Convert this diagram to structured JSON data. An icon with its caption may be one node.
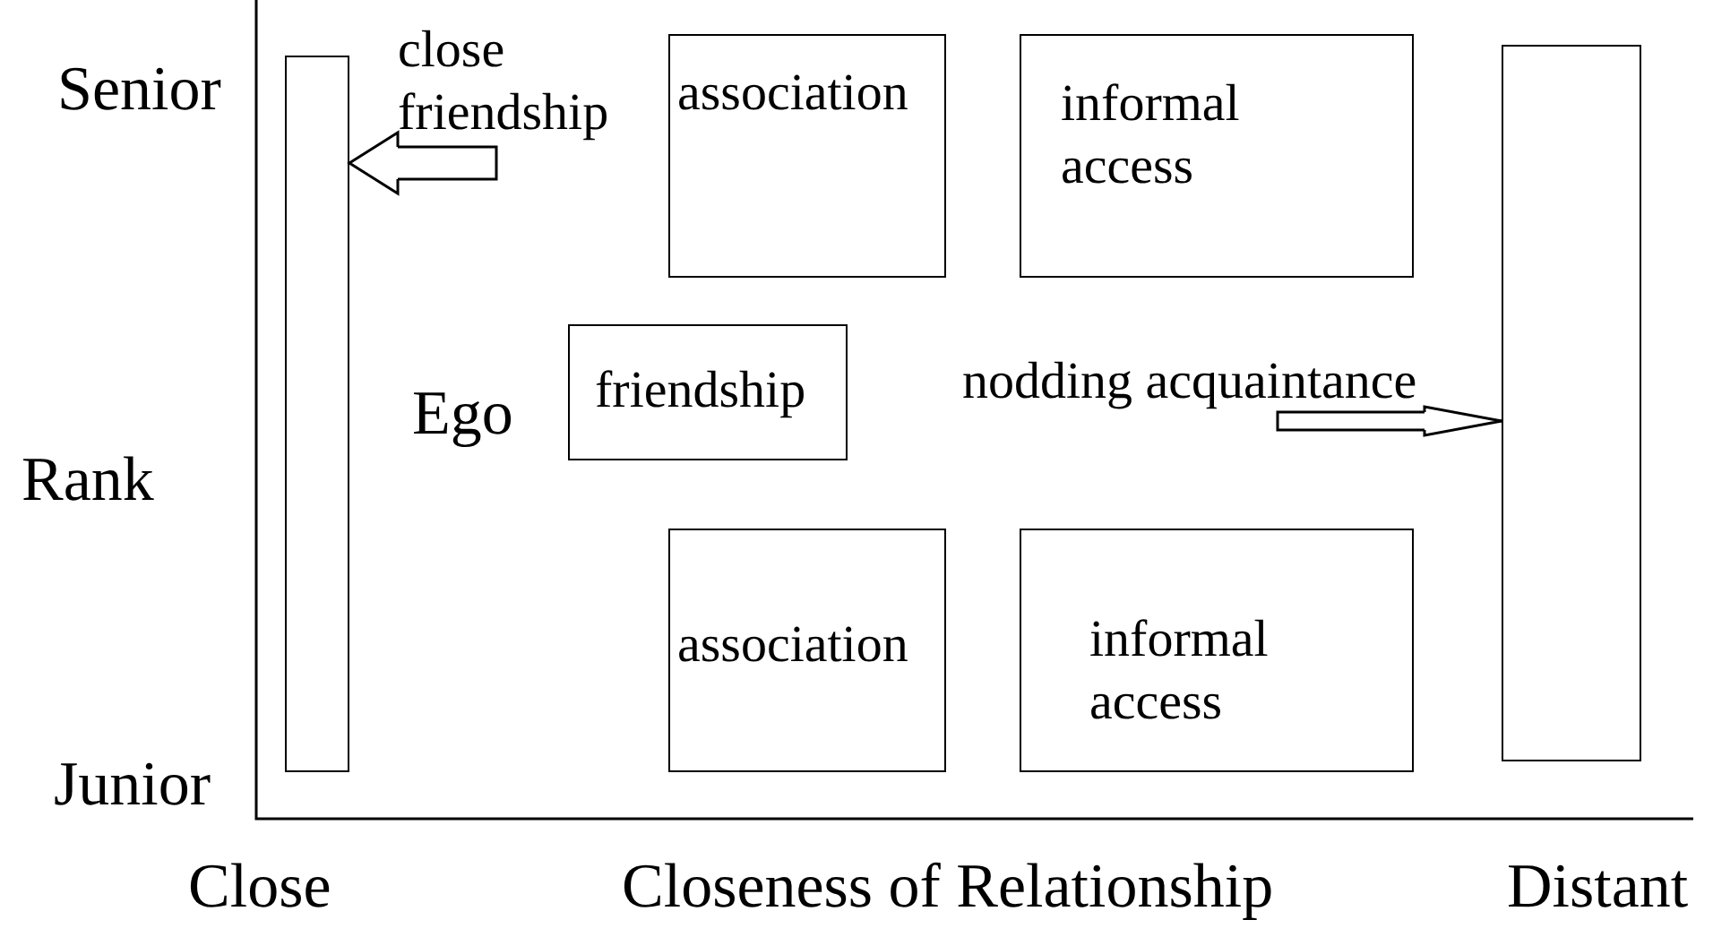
{
  "diagram": {
    "nodes": [
      {
        "text": [],
        "shape": "bar"
      },
      {
        "text": [
          "close friendship"
        ]
      },
      {
        "text": [
          "association"
        ]
      },
      {
        "text": [
          "informal access"
        ]
      },
      {
        "text": [],
        "shape": "bar"
      },
      {
        "text": [
          "friendship"
        ]
      },
      {
        "text": [
          "nodding acquaintance"
        ]
      },
      {
        "text": [
          "association"
        ]
      },
      {
        "text": [
          "informal access"
        ]
      }
    ],
    "edges": [
      {
        "from": 1,
        "to": 0,
        "arrow": "to"
      },
      {
        "from": 6,
        "to": 4,
        "arrow": "to"
      }
    ],
    "labels": [
      "Senior",
      "Ego",
      "Rank",
      "Junior",
      "Close",
      "Closeness of Relationship",
      "Distant"
    ]
  }
}
